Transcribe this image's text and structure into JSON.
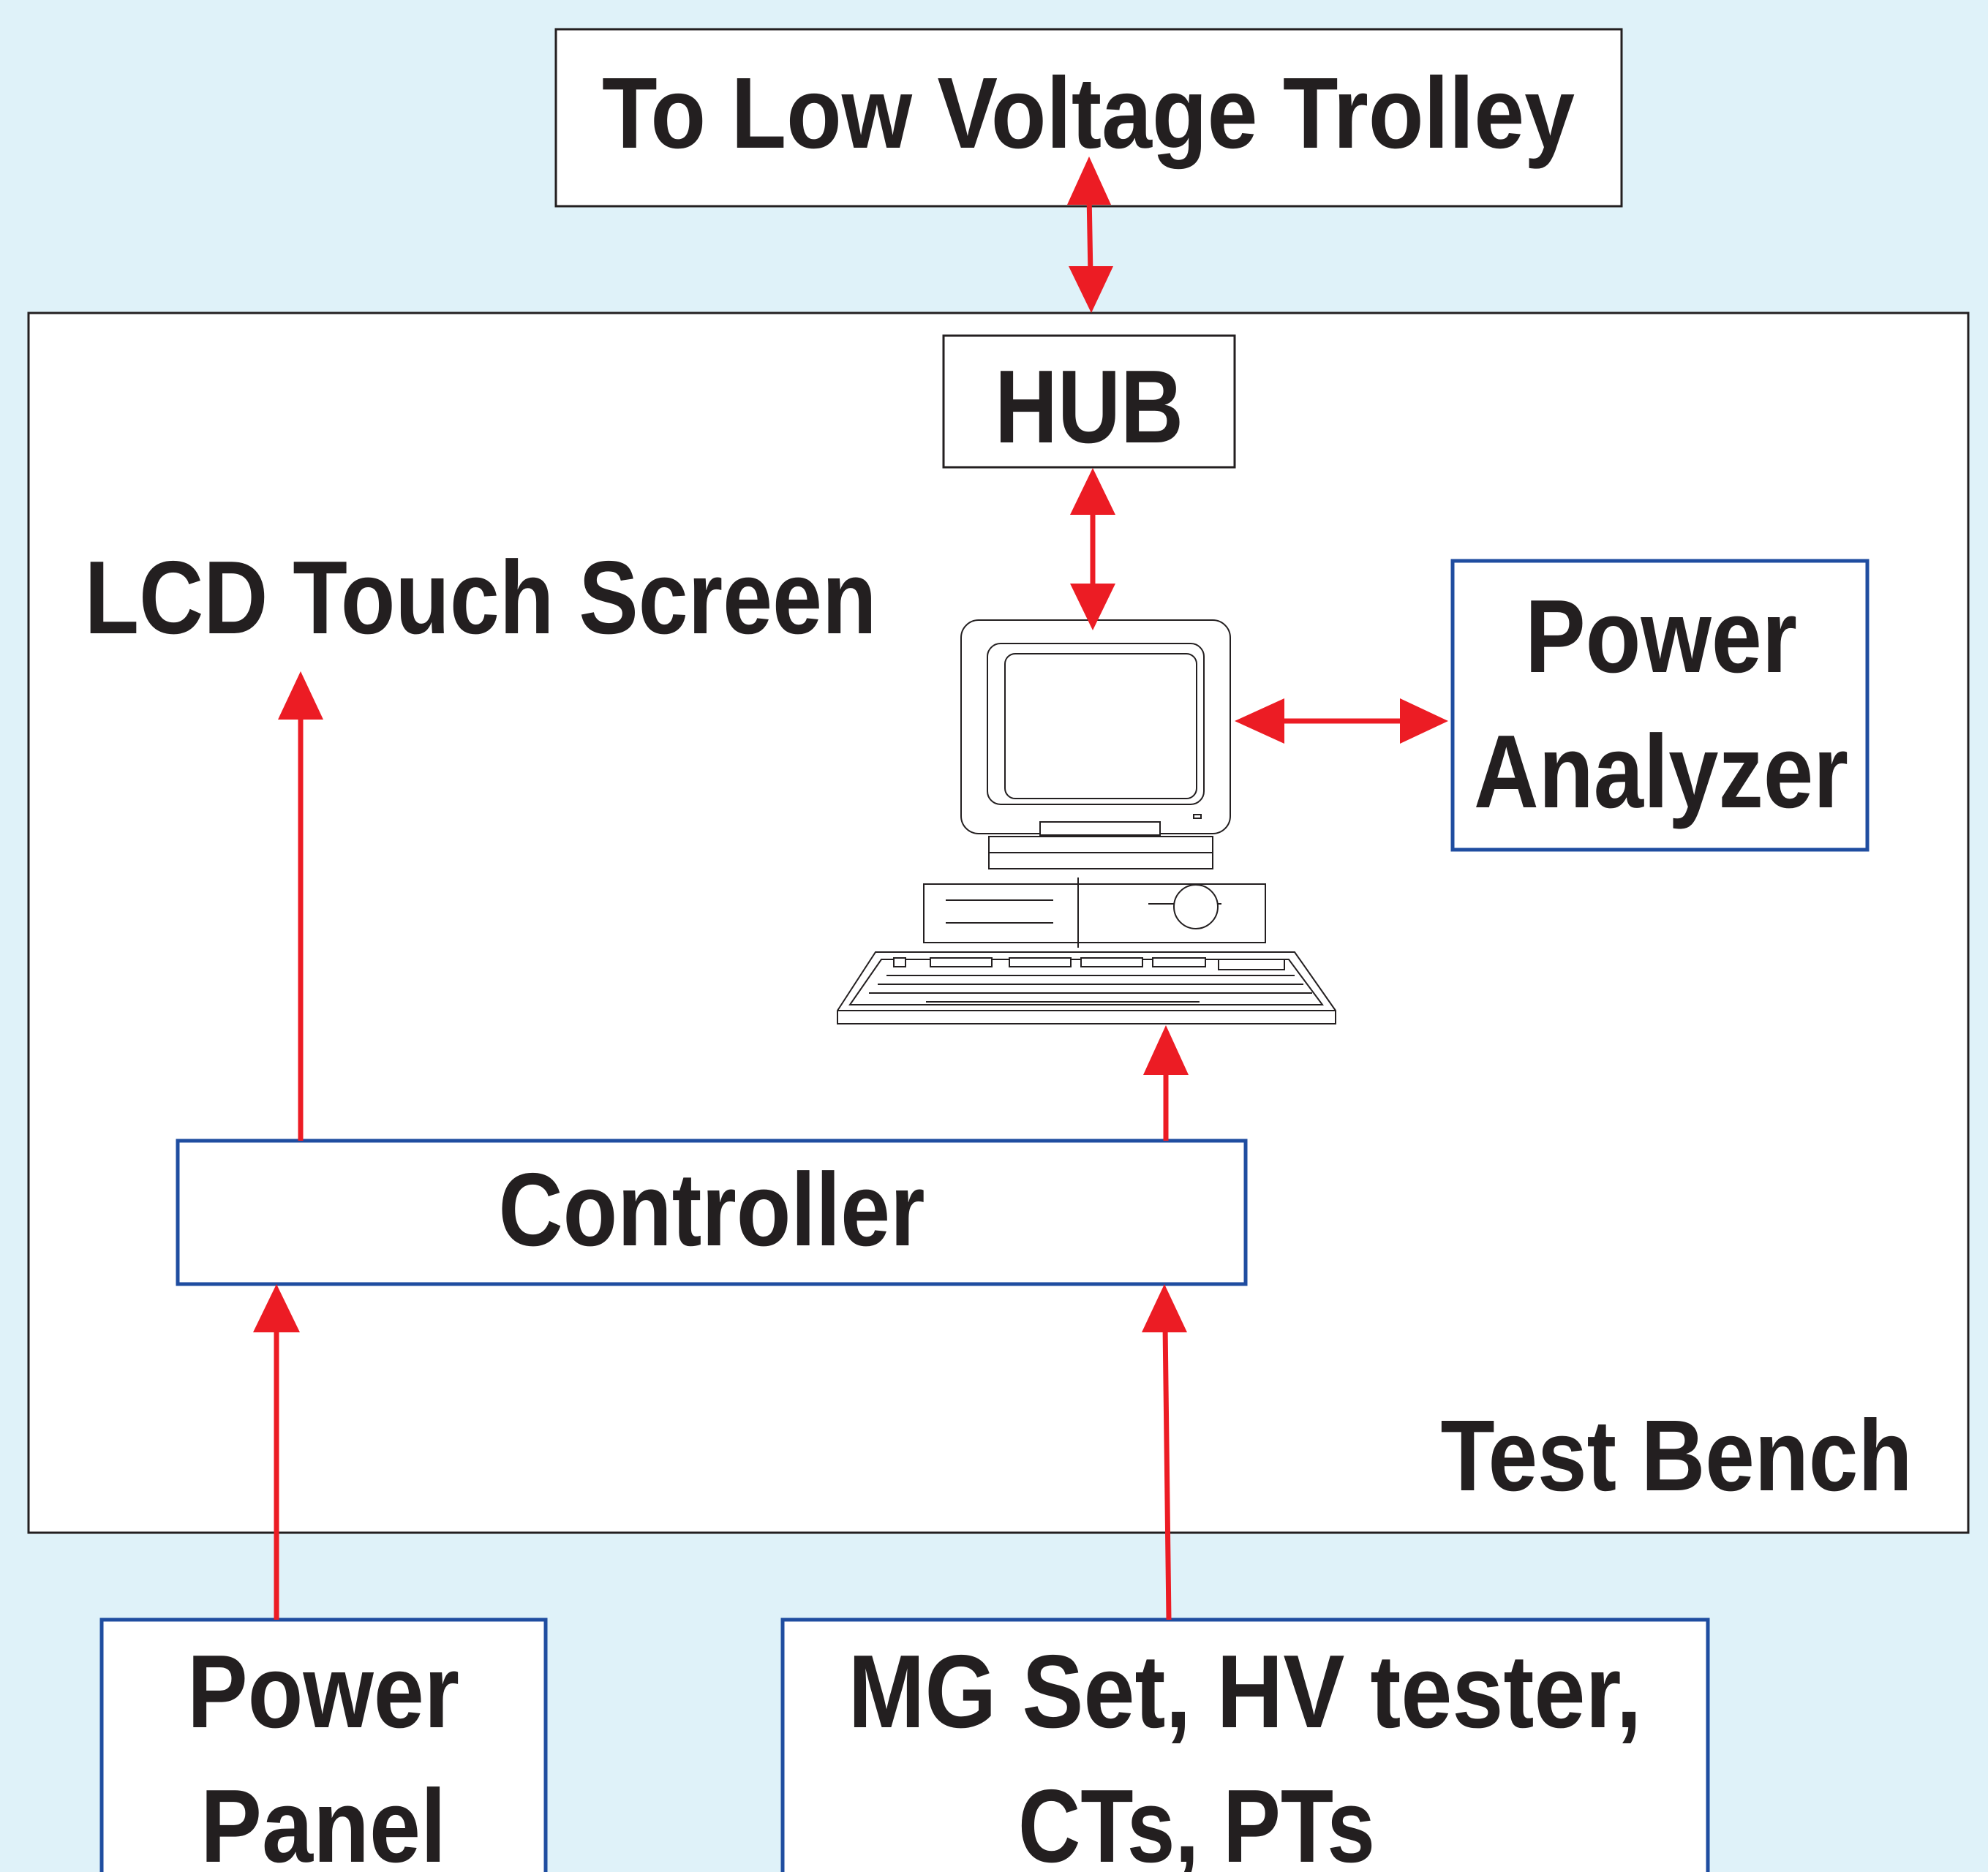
{
  "colors": {
    "background": "#dff2f9",
    "box_fill": "#ffffff",
    "box_border_black": "#231f20",
    "box_border_blue": "#1f4da0",
    "arrow": "#ec1c24",
    "text": "#231f20"
  },
  "labels": {
    "low_voltage_trolley": "To Low Voltage Trolley",
    "hub": "HUB",
    "lcd_touch_screen": "LCD Touch Screen",
    "power_analyzer": [
      "Power",
      "Analyzer"
    ],
    "controller": "Controller",
    "test_bench": "Test Bench",
    "power_panel": [
      "Power",
      "Panel"
    ],
    "mg_set": [
      "MG Set, HV tester,",
      "CTs, PTs"
    ]
  },
  "icons": {
    "computer": "desktop-computer-icon"
  }
}
